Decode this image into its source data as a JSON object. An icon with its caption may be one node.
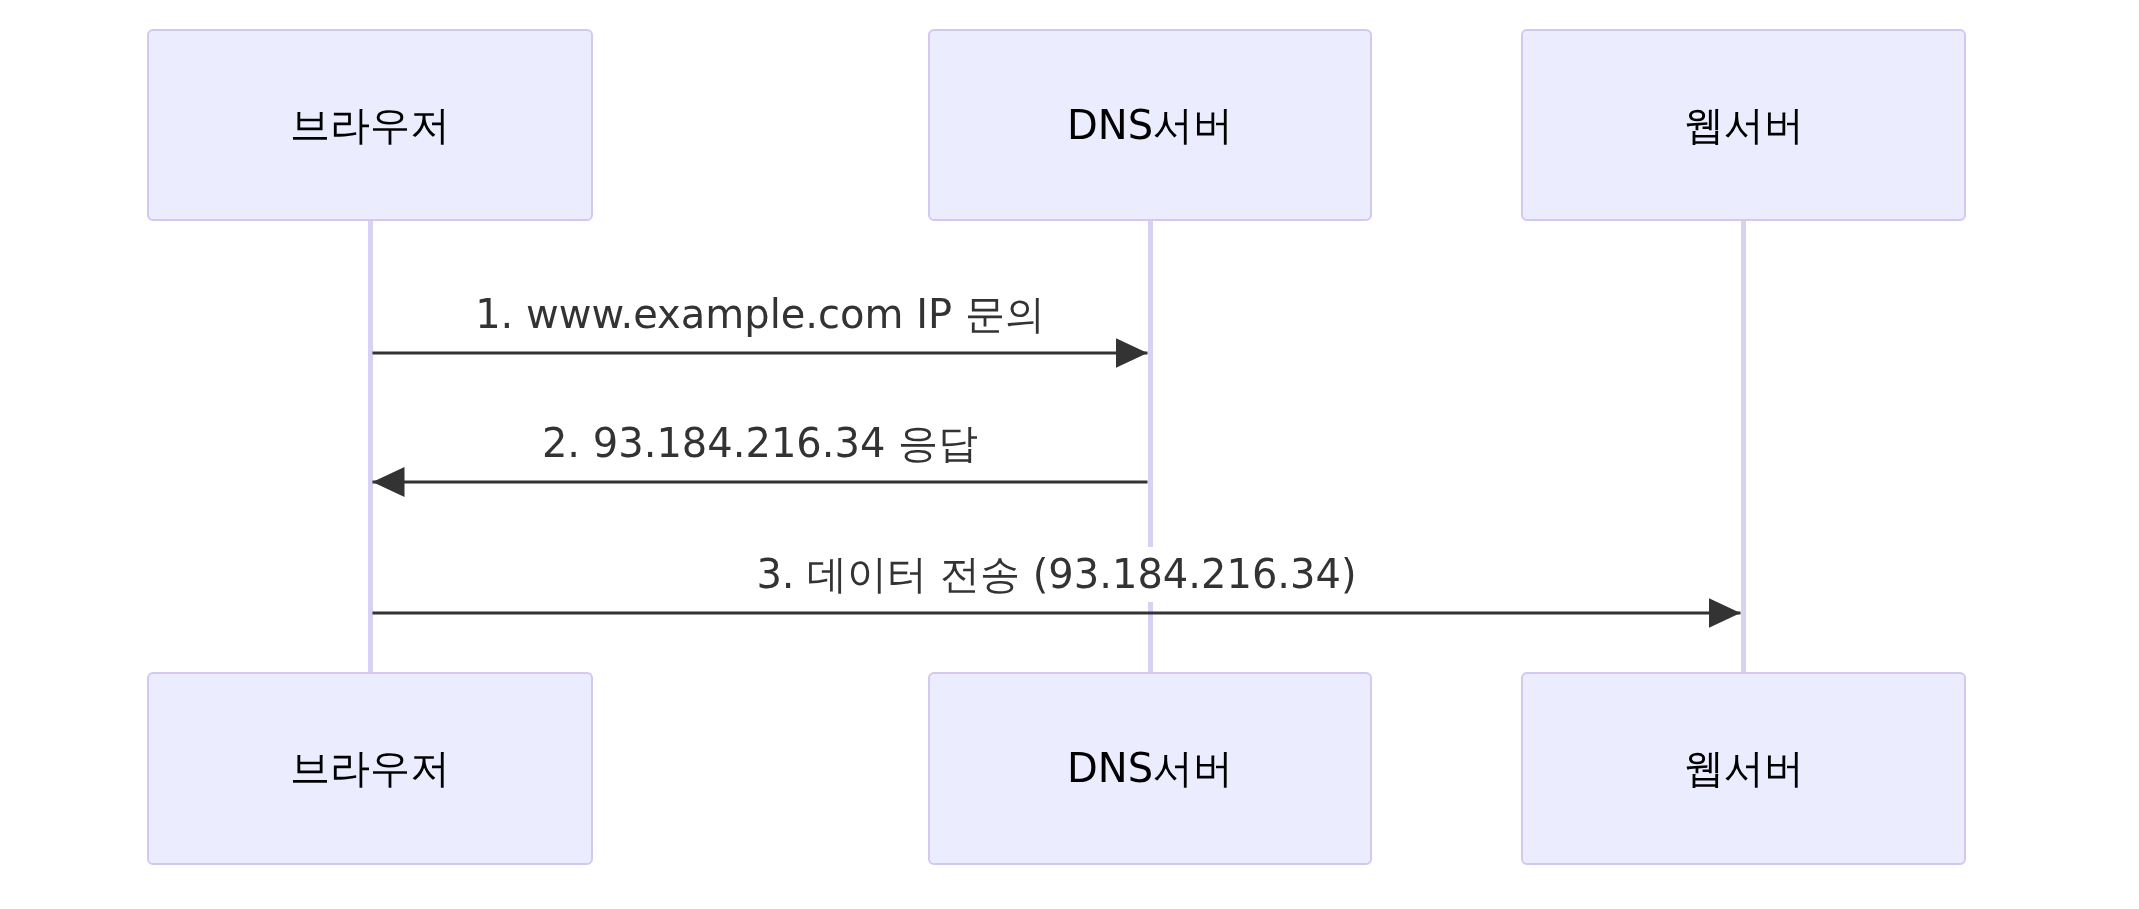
{
  "diagram": {
    "nodes": [
      {
        "text": [
          "브라우저"
        ]
      },
      {
        "text": [
          "DNS서버"
        ]
      },
      {
        "text": [
          "웹서버"
        ]
      },
      {
        "text": [
          "브라우저"
        ]
      },
      {
        "text": [
          "DNS서버"
        ]
      },
      {
        "text": [
          "웹서버"
        ]
      },
      {
        "text": [],
        "shape": "bar"
      },
      {
        "text": [],
        "shape": "bar"
      },
      {
        "text": [],
        "shape": "bar"
      }
    ],
    "edges": [
      {
        "from": 6,
        "to": 7,
        "arrow": "to",
        "label": "1. www.example.com IP 문의"
      },
      {
        "from": 7,
        "to": 6,
        "arrow": "to",
        "label": "2. 93.184.216.34 응답"
      },
      {
        "from": 6,
        "to": 8,
        "arrow": "to",
        "label": "3. 데이터 전송 (93.184.216.34)"
      }
    ]
  }
}
